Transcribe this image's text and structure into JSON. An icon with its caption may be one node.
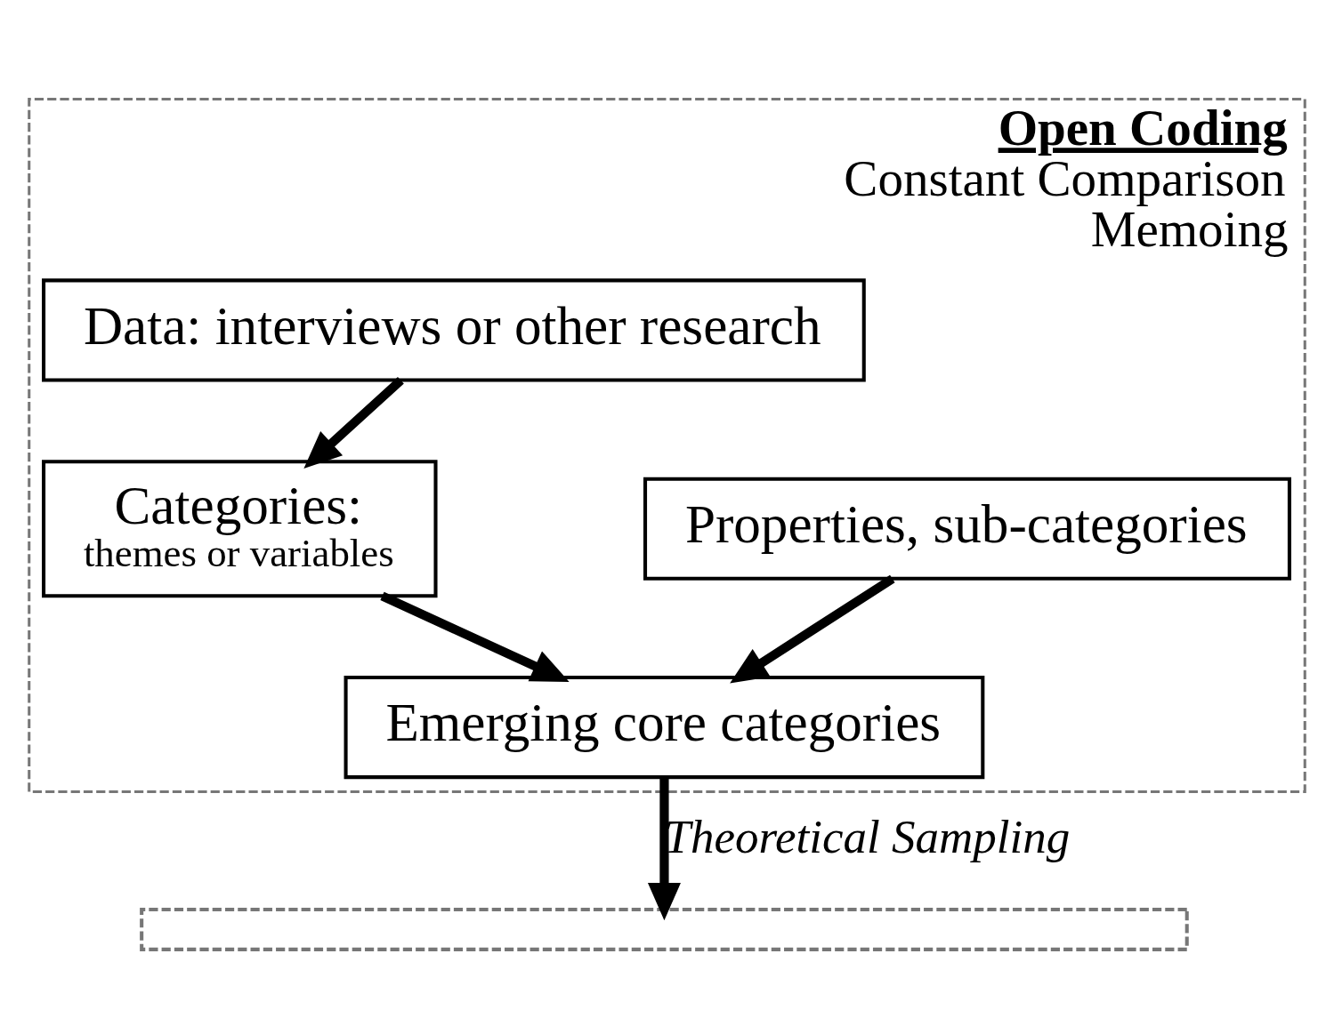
{
  "diagram": {
    "nodes": [
      {
        "text": [
          "Open Coding",
          "Constant Comparison",
          "Memoing"
        ]
      },
      {
        "text": [
          "Data: interviews or other research"
        ],
        "in": 0
      },
      {
        "text": [
          "Categories:",
          "themes or variables"
        ],
        "in": 0
      },
      {
        "text": [
          "Properties, sub-categories"
        ],
        "in": 0
      },
      {
        "text": [
          "Emerging core categories"
        ],
        "in": 0
      },
      {
        "text": [],
        "shape": "box"
      }
    ],
    "edges": [
      {
        "from": 1,
        "to": 2,
        "arrow": "to"
      },
      {
        "from": 2,
        "to": 4,
        "arrow": "to"
      },
      {
        "from": 3,
        "to": 4,
        "arrow": "to"
      },
      {
        "from": 4,
        "to": 5,
        "arrow": "to",
        "label": "Theoretical Sampling"
      }
    ]
  }
}
